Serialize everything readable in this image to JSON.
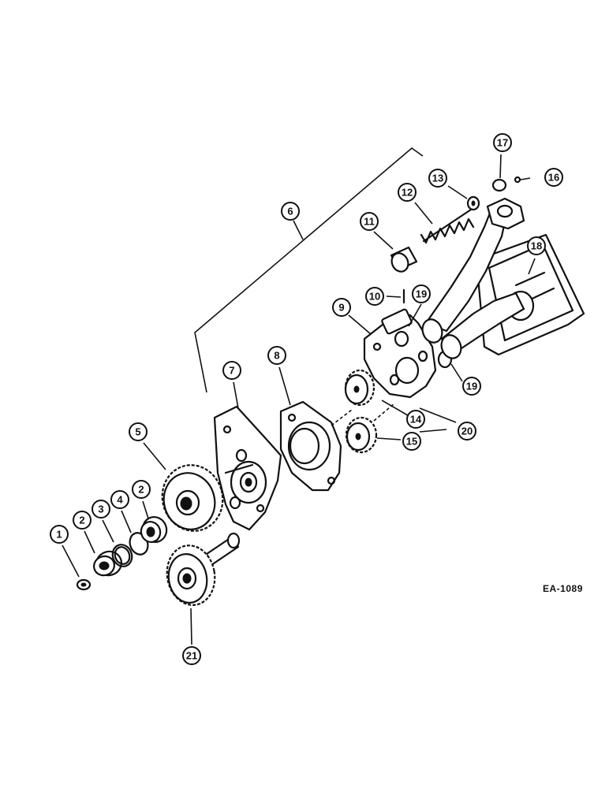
{
  "diagram": {
    "reference_code": "EA-1089",
    "callouts": [
      {
        "id": "c1",
        "label": "1"
      },
      {
        "id": "c2a",
        "label": "2"
      },
      {
        "id": "c2b",
        "label": "2"
      },
      {
        "id": "c3",
        "label": "3"
      },
      {
        "id": "c4",
        "label": "4"
      },
      {
        "id": "c5",
        "label": "5"
      },
      {
        "id": "c6",
        "label": "6"
      },
      {
        "id": "c7",
        "label": "7"
      },
      {
        "id": "c8",
        "label": "8"
      },
      {
        "id": "c9",
        "label": "9"
      },
      {
        "id": "c10",
        "label": "10"
      },
      {
        "id": "c11",
        "label": "11"
      },
      {
        "id": "c12",
        "label": "12"
      },
      {
        "id": "c13",
        "label": "13"
      },
      {
        "id": "c14",
        "label": "14"
      },
      {
        "id": "c15",
        "label": "15"
      },
      {
        "id": "c16",
        "label": "16"
      },
      {
        "id": "c17",
        "label": "17"
      },
      {
        "id": "c18",
        "label": "18"
      },
      {
        "id": "c19a",
        "label": "19"
      },
      {
        "id": "c19b",
        "label": "19"
      },
      {
        "id": "c20",
        "label": "20"
      },
      {
        "id": "c21",
        "label": "21"
      }
    ]
  }
}
